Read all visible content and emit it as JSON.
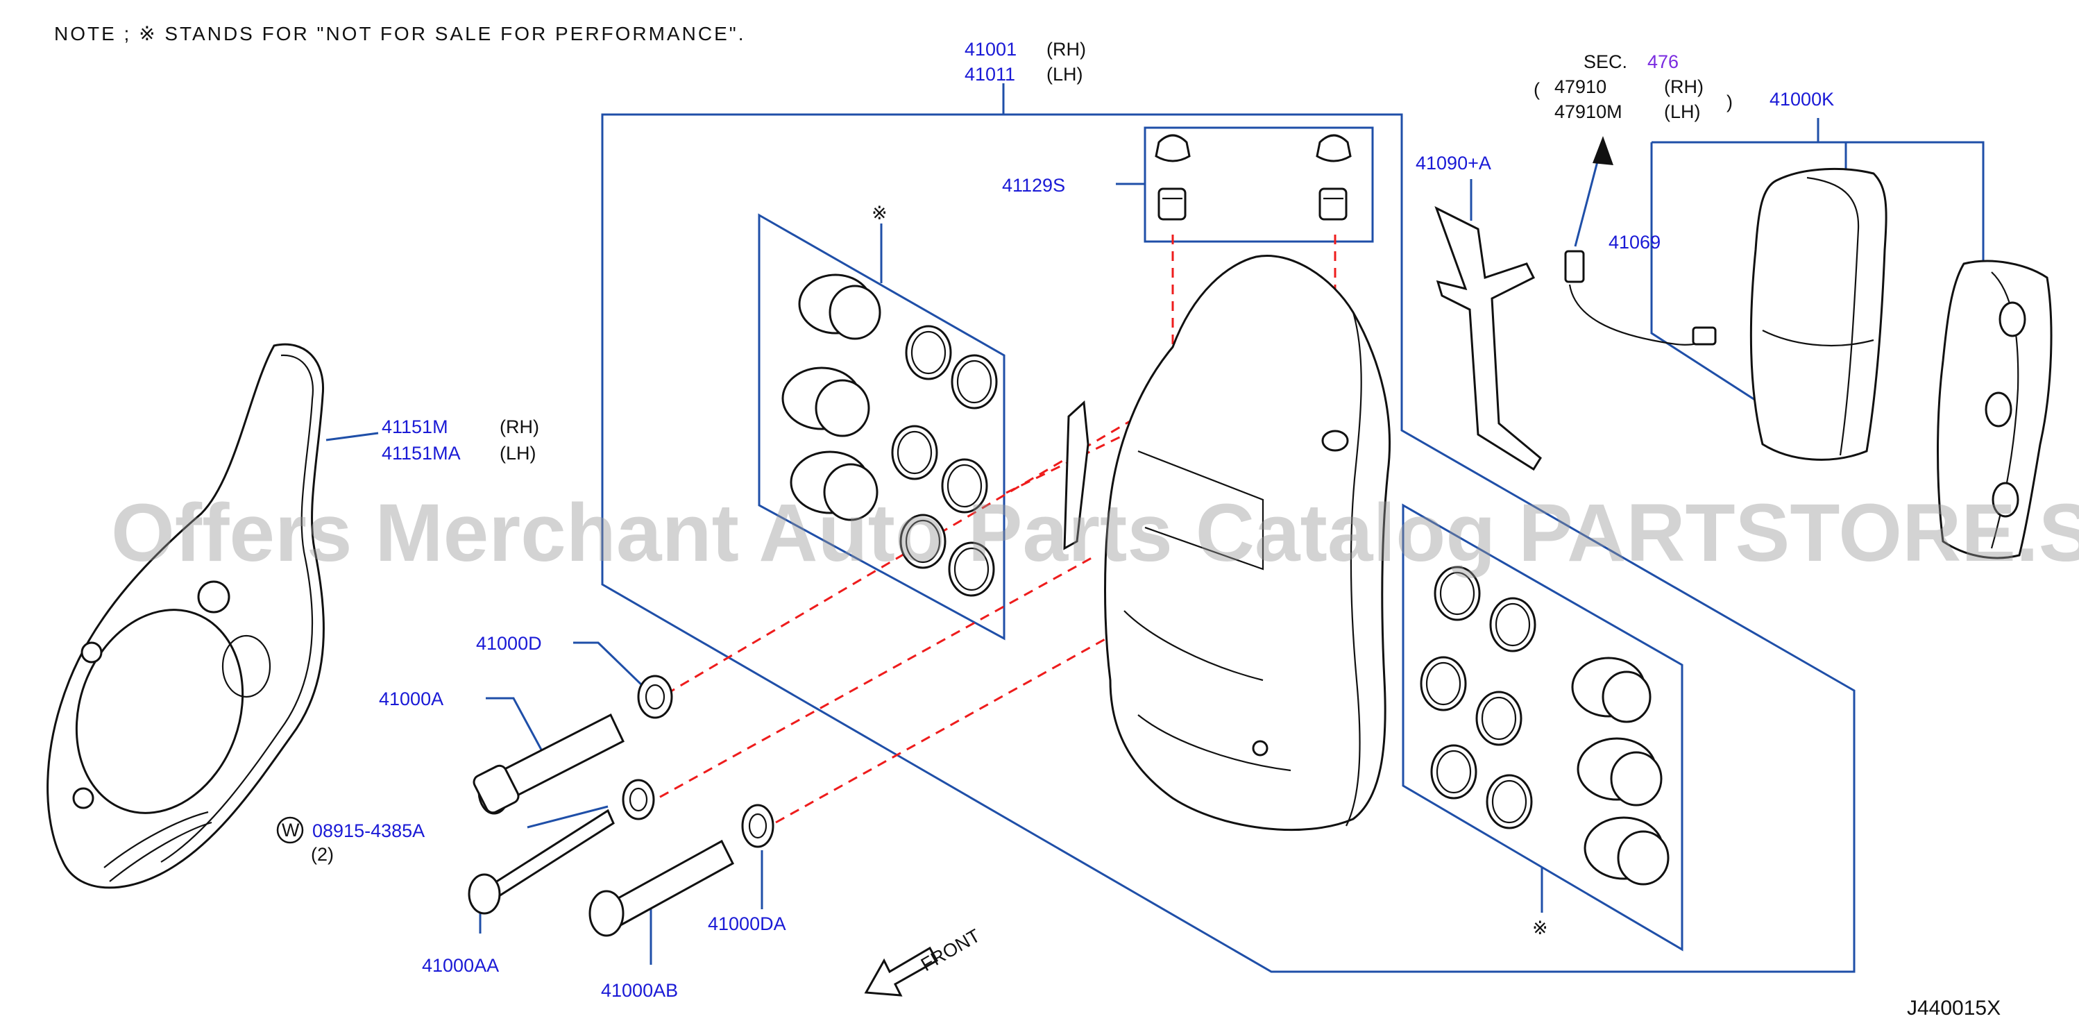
{
  "note": "NOTE ; ※ STANDS FOR \"NOT FOR SALE FOR PERFORMANCE\".",
  "watermark": "Offers Merchant Auto Parts Catalog PARTSTORE.SA",
  "diagram_code": "J440015X",
  "not_for_sale_symbol": "※",
  "front_label": "FRONT",
  "labels": {
    "caliper_rh": "41001",
    "caliper_rh_side": "(RH)",
    "caliper_lh": "41011",
    "caliper_lh_side": "(LH)",
    "sec_prefix": "SEC.",
    "sec_number": "476",
    "sensor_rh": "47910",
    "sensor_rh_side": "(RH)",
    "sensor_lh": "47910M",
    "sensor_lh_side": "(LH)",
    "pad_kit": "41000K",
    "bleeder": "41129S",
    "spring_clip": "41090+A",
    "wear_sensor": "41069",
    "plate_rh": "41151M",
    "plate_rh_side": "(RH)",
    "plate_lh": "41151MA",
    "plate_lh_side": "(LH)",
    "washer_d": "41000D",
    "bolt_a": "41000A",
    "washer_bolt": "08915-4385A",
    "washer_bolt_qty": "(2)",
    "washer_bolt_marker": "W",
    "bolt_aa": "41000AA",
    "bolt_ab": "41000AB",
    "washer_da": "41000DA"
  },
  "colors": {
    "label": "#1a1ad6",
    "leader": "#1f4fa8",
    "dashed": "#ee1c1c",
    "sec_link": "#7a2be0"
  }
}
